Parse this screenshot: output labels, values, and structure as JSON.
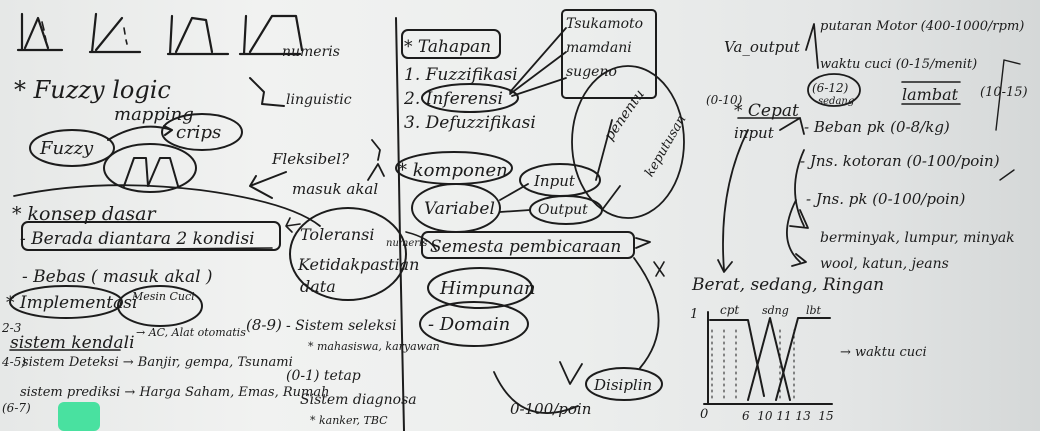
{
  "colors": {
    "ink": "#1c1c1c",
    "board": "#eceeed",
    "marker_highlight": "#49e1a0"
  },
  "left": {
    "graph_label": "numeris",
    "title": "* Fuzzy logic",
    "linguistic": "linguistic",
    "mapping": "mapping",
    "fuzzy": "Fuzzy",
    "crisp": "crips",
    "konsep": "* konsep dasar",
    "k1": "- Berada diantara 2 kondisi",
    "k2": "- Bebas ( masuk akal )",
    "implementasi": "* Implementasi",
    "mesin_cuci": "Mesin Cuci",
    "r2": "2-3",
    "s1": "sistem kendali",
    "s1b": "→ AC, Alat otomatis",
    "r4": "4-5)",
    "s2": "sistem Deteksi → Banjir, gempa, Tsunami",
    "r6": "(6-7)",
    "s3": "sistem prediksi → Harga Saham, Emas, Rumah"
  },
  "middle": {
    "fleksibel": "Fleksibel?",
    "masuk_akal": "masuk akal",
    "toleransi": "Toleransi",
    "ketidakpastian": "Ketidakpastian",
    "data": "data",
    "numeris": "numeris",
    "r89": "(8-9)",
    "sistem_seleksi": "- Sistem seleksi",
    "mahasiswa": "* mahasiswa, karyawan",
    "r01": "(0-1) tetap",
    "sistem_diagnosa": "Sistem diagnosa",
    "kanker": "* kanker, TBC"
  },
  "center": {
    "tahapan": "* Tahapan",
    "t1": "1. Fuzzifikasi",
    "t2": "2. Inferensi",
    "t3": "3. Defuzzifikasi",
    "methods": [
      "Tsukamoto",
      "mamdani",
      "sugeno"
    ],
    "komponen": "* komponen",
    "variabel": "Variabel",
    "input": "Input",
    "output": "Output",
    "penentu": "penentu",
    "keputusan": "keputusan",
    "semesta": "Semesta pembicaraan",
    "himpunan": "Himpunan",
    "domain": "- Domain",
    "disiplin": "Disiplin",
    "range": "0-100/poin"
  },
  "right": {
    "var_output": "Va_output",
    "putaran": "putaran Motor (400-1000/rpm)",
    "waktu": "waktu cuci (0-15/menit)",
    "range_010": "(0-10)",
    "cepat": "* Cepat",
    "input": "input",
    "r612": "(6-12)",
    "sedang": "sedang",
    "lambat": "lambat",
    "r1015": "(10-15)",
    "beban": "- Beban pk (0-8/kg)",
    "kotoran": "- Jns. kotoran (0-100/poin)",
    "jns_pk": "- Jns. pk (0-100/poin)",
    "berminyak": "berminyak, lumpur, minyak",
    "wool": "wool, katun, jeans",
    "bsr": "Berat, sedang, Ringan",
    "y_one": "1",
    "y_zero": "0",
    "cpt": "cpt",
    "sdng": "sdng",
    "lbt": "lbt",
    "x_ticks": "6  10 11 13  15",
    "waktu_cuci": "→ waktu cuci"
  }
}
